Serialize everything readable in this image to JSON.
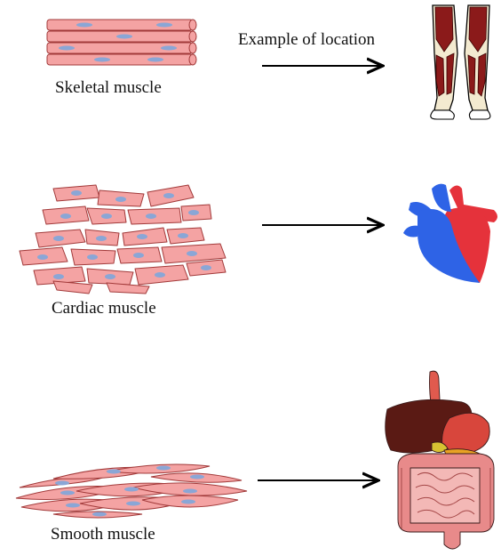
{
  "labels": {
    "example_location": "Example of location",
    "skeletal": "Skeletal muscle",
    "cardiac": "Cardiac muscle",
    "smooth": "Smooth muscle"
  },
  "icons": [
    "legs-muscle-icon",
    "heart-icon",
    "digestive-organs-icon"
  ],
  "colors": {
    "fiber_fill": "#f4a3a3",
    "fiber_stroke": "#a23a3a",
    "nucleus": "#8aa6d6",
    "heart_blue": "#2e63e6",
    "heart_red": "#e5323b",
    "arrow": "#000000"
  }
}
